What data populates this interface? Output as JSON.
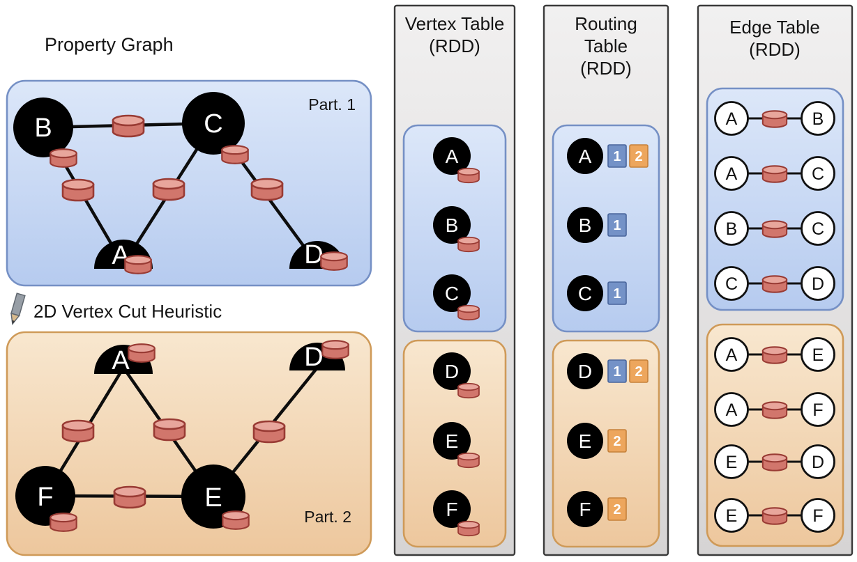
{
  "colors": {
    "partition1_fill_top": "#dce7f9",
    "partition1_fill_bottom": "#b6cbef",
    "partition1_border": "#7590c5",
    "partition2_fill_top": "#f8e7cf",
    "partition2_fill_bottom": "#edc79d",
    "partition2_border": "#cf9a58",
    "column_fill_top": "#f1f0f0",
    "column_fill_bottom": "#d6d4d4",
    "column_border": "#3a3a3a",
    "cylinder_body": "#d1766c",
    "cylinder_top": "#e8a69c",
    "cylinder_border": "#993b34",
    "vertex_fill": "#000000",
    "vertex_label_color": "#ffffff",
    "routing_partition1_square": "#7492c7",
    "routing_partition2_square": "#eda65d"
  },
  "property_graph": {
    "title": "Property Graph",
    "heuristic_label": "2D Vertex Cut Heuristic",
    "part1": {
      "label": "Part. 1",
      "vertex_labels": [
        "B",
        "C",
        "A",
        "D"
      ],
      "edges": [
        [
          "B",
          "C"
        ],
        [
          "B",
          "A"
        ],
        [
          "C",
          "A"
        ],
        [
          "C",
          "D"
        ]
      ]
    },
    "part2": {
      "label": "Part. 2",
      "vertex_labels": [
        "A",
        "D",
        "F",
        "E"
      ],
      "edges": [
        [
          "A",
          "F"
        ],
        [
          "A",
          "E"
        ],
        [
          "F",
          "E"
        ],
        [
          "E",
          "D"
        ]
      ]
    }
  },
  "vertex_table": {
    "title_line1": "Vertex Table",
    "title_line2": "(RDD)",
    "part1_vertices": [
      "A",
      "B",
      "C"
    ],
    "part2_vertices": [
      "D",
      "E",
      "F"
    ]
  },
  "routing_table": {
    "title_line1": "Routing",
    "title_line2": "Table",
    "title_line3": "(RDD)",
    "part1_rows": [
      {
        "vertex": "A",
        "partitions": [
          "1",
          "2"
        ]
      },
      {
        "vertex": "B",
        "partitions": [
          "1"
        ]
      },
      {
        "vertex": "C",
        "partitions": [
          "1"
        ]
      }
    ],
    "part2_rows": [
      {
        "vertex": "D",
        "partitions": [
          "1",
          "2"
        ]
      },
      {
        "vertex": "E",
        "partitions": [
          "2"
        ]
      },
      {
        "vertex": "F",
        "partitions": [
          "2"
        ]
      }
    ]
  },
  "edge_table": {
    "title_line1": "Edge Table",
    "title_line2": "(RDD)",
    "part1_edges": [
      {
        "src": "A",
        "dst": "B"
      },
      {
        "src": "A",
        "dst": "C"
      },
      {
        "src": "B",
        "dst": "C"
      },
      {
        "src": "C",
        "dst": "D"
      }
    ],
    "part2_edges": [
      {
        "src": "A",
        "dst": "E"
      },
      {
        "src": "A",
        "dst": "F"
      },
      {
        "src": "E",
        "dst": "D"
      },
      {
        "src": "E",
        "dst": "F"
      }
    ]
  }
}
